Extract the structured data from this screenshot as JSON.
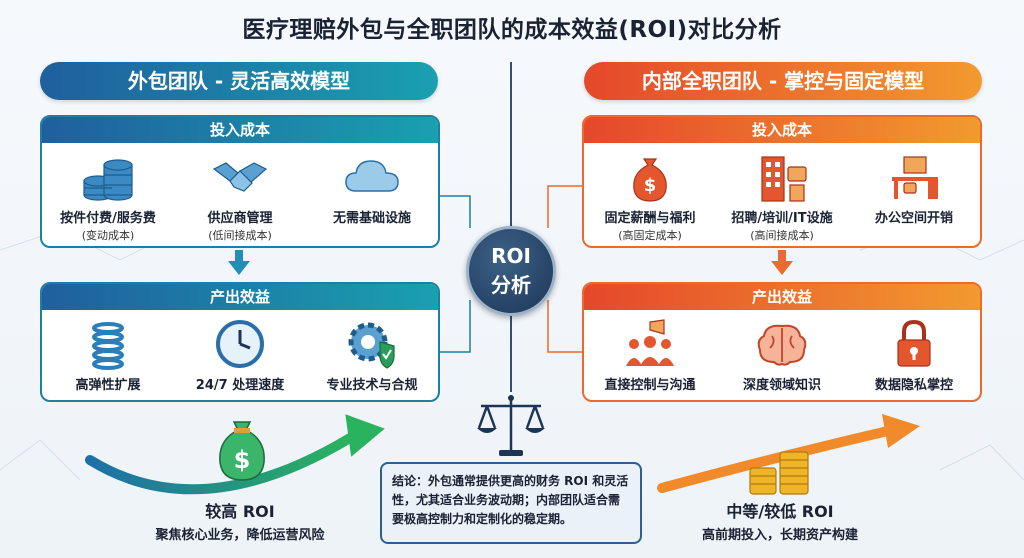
{
  "title": "医疗理赔外包与全职团队的成本效益(ROI)对比分析",
  "left": {
    "banner": "外包团队 - 灵活高效模型",
    "input": {
      "header": "投入成本",
      "items": [
        {
          "icon": "coins-stack-icon",
          "label": "按件付费/服务费",
          "sub": "(变动成本)"
        },
        {
          "icon": "handshake-icon",
          "label": "供应商管理",
          "sub": "(低间接成本)"
        },
        {
          "icon": "cloud-icon",
          "label": "无需基础设施",
          "sub": ""
        }
      ]
    },
    "output": {
      "header": "产出效益",
      "items": [
        {
          "icon": "spring-icon",
          "label": "高弹性扩展"
        },
        {
          "icon": "clock-icon",
          "label": "24/7 处理速度"
        },
        {
          "icon": "gear-shield-icon",
          "label": "专业技术与合规"
        }
      ]
    },
    "result": {
      "title": "较高 ROI",
      "desc": "聚焦核心业务，降低运营风险"
    }
  },
  "right": {
    "banner": "内部全职团队 - 掌控与固定模型",
    "input": {
      "header": "投入成本",
      "items": [
        {
          "icon": "money-bag-icon",
          "label": "固定薪酬与福利",
          "sub": "(高固定成本)"
        },
        {
          "icon": "office-building-icon",
          "label": "招聘/培训/IT设施",
          "sub": "(高间接成本)"
        },
        {
          "icon": "office-desk-icon",
          "label": "办公空间开销",
          "sub": ""
        }
      ]
    },
    "output": {
      "header": "产出效益",
      "items": [
        {
          "icon": "team-megaphone-icon",
          "label": "直接控制与沟通"
        },
        {
          "icon": "brain-icon",
          "label": "深度领域知识"
        },
        {
          "icon": "padlock-icon",
          "label": "数据隐私掌控"
        }
      ]
    },
    "result": {
      "title": "中等/较低 ROI",
      "desc": "高前期投入，长期资产构建"
    }
  },
  "center": {
    "line1": "ROI",
    "line2": "分析"
  },
  "conclusion": "结论：外包通常提供更高的财务 ROI 和灵活性，尤其适合业务波动期；内部团队适合需要极高控制力和定制化的稳定期。",
  "colors": {
    "blue": "#1e7fa5",
    "orange": "#ec6a2c",
    "green": "#2a9d5c",
    "navy": "#1c3557"
  }
}
